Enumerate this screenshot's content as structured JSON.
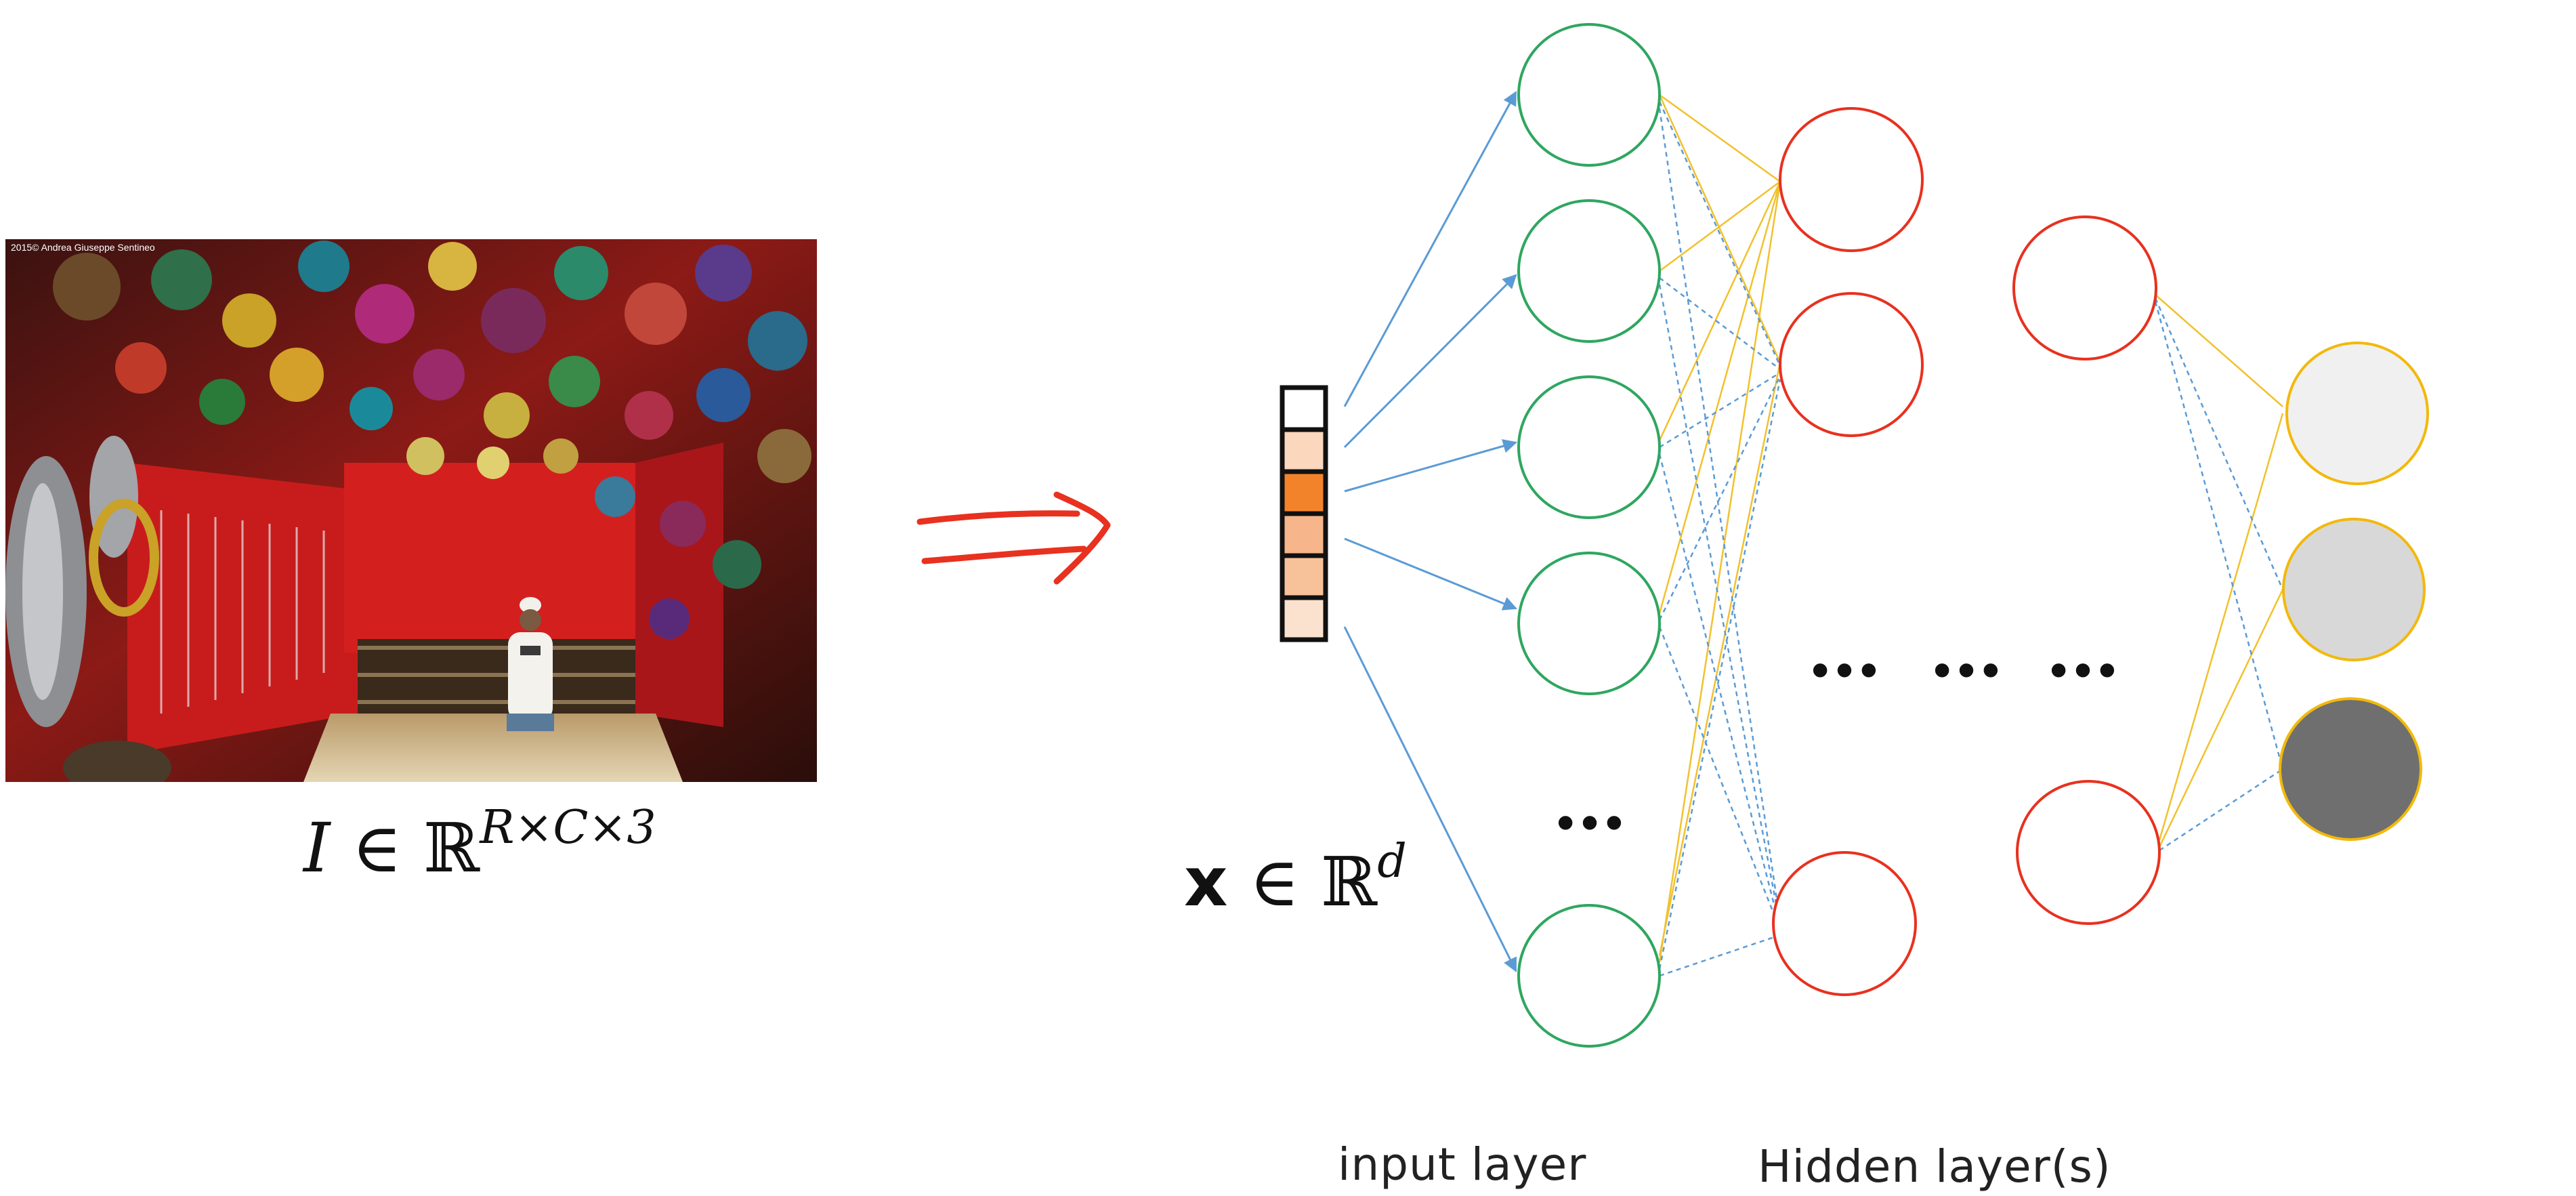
{
  "image": {
    "credit": "2015© Andrea Giuseppe Sentineo"
  },
  "formulas": {
    "image_formula": {
      "symbol": "I",
      "member": "∈",
      "set": "ℝ",
      "exponent": "R×C×3"
    },
    "vector_formula": {
      "symbol": "x",
      "member": "∈",
      "set": "ℝ",
      "exponent": "d"
    }
  },
  "ellipsis": "…",
  "labels": {
    "input_layer": "input layer",
    "hidden_layers": "Hidden layer(s)"
  },
  "colors": {
    "arrow": "#e8311f",
    "input_node": "#2fa660",
    "hidden_node": "#e8311f",
    "output_border": "#f2b90c",
    "blue_edge": "#5b9bd5",
    "yellow_edge": "#f2c12e",
    "vector_border": "#111111",
    "vector_cells": [
      "#ffffff",
      "#fad7bd",
      "#f3832a",
      "#f6b58a",
      "#f7c19a",
      "#fbe2cf"
    ],
    "output_fills": [
      "#f0f0f0",
      "#d8d8d8",
      "#6f6f6f"
    ]
  }
}
